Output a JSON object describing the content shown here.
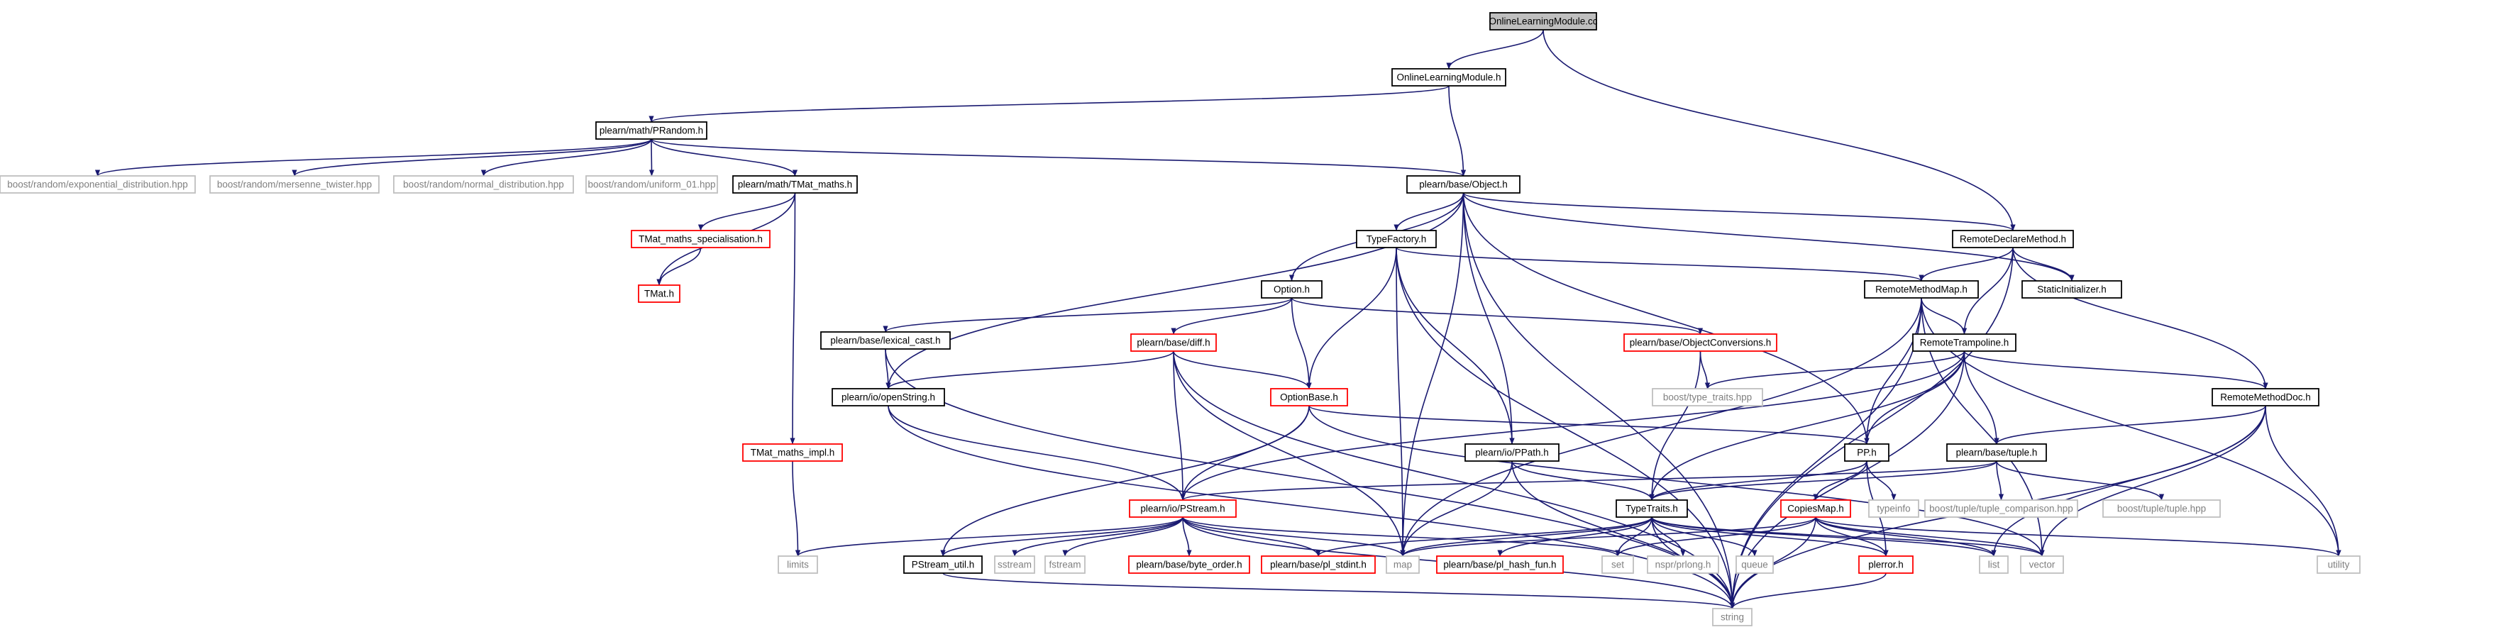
{
  "diagram": {
    "kind": "include-dependency-graph",
    "colors": {
      "edge": "#191970",
      "root_fill": "#bfbfbf",
      "normal_border": "#000000",
      "truncated_border": "#ff0000",
      "system_border": "#bfbfbf",
      "system_text": "#808080"
    },
    "nodes": [
      {
        "id": "root",
        "label": "OnlineLearningModule.cc",
        "style": "root"
      },
      {
        "id": "olm_h",
        "label": "OnlineLearningModule.h",
        "style": "normal"
      },
      {
        "id": "prandom",
        "label": "plearn/math/PRandom.h",
        "style": "normal"
      },
      {
        "id": "exp_dist",
        "label": "boost/random/exponential_distribution.hpp",
        "style": "system"
      },
      {
        "id": "mersenne",
        "label": "boost/random/mersenne_twister.hpp",
        "style": "system"
      },
      {
        "id": "normal_dist",
        "label": "boost/random/normal_distribution.hpp",
        "style": "system"
      },
      {
        "id": "uniform01",
        "label": "boost/random/uniform_01.hpp",
        "style": "system"
      },
      {
        "id": "tmat_maths",
        "label": "plearn/math/TMat_maths.h",
        "style": "normal"
      },
      {
        "id": "object",
        "label": "plearn/base/Object.h",
        "style": "normal"
      },
      {
        "id": "tmat_spec",
        "label": "TMat_maths_specialisation.h",
        "style": "truncated"
      },
      {
        "id": "tmat",
        "label": "TMat.h",
        "style": "truncated"
      },
      {
        "id": "typefactory",
        "label": "TypeFactory.h",
        "style": "normal"
      },
      {
        "id": "rdm",
        "label": "RemoteDeclareMethod.h",
        "style": "normal"
      },
      {
        "id": "staticinit",
        "label": "StaticInitializer.h",
        "style": "normal"
      },
      {
        "id": "option",
        "label": "Option.h",
        "style": "normal"
      },
      {
        "id": "rmm",
        "label": "RemoteMethodMap.h",
        "style": "normal"
      },
      {
        "id": "lexcast",
        "label": "plearn/base/lexical_cast.h",
        "style": "normal"
      },
      {
        "id": "diff",
        "label": "plearn/base/diff.h",
        "style": "truncated"
      },
      {
        "id": "objconv",
        "label": "plearn/base/ObjectConversions.h",
        "style": "truncated"
      },
      {
        "id": "rtramp",
        "label": "RemoteTrampoline.h",
        "style": "normal"
      },
      {
        "id": "openstring",
        "label": "plearn/io/openString.h",
        "style": "normal"
      },
      {
        "id": "optionbase",
        "label": "OptionBase.h",
        "style": "truncated"
      },
      {
        "id": "typetraits_hpp",
        "label": "boost/type_traits.hpp",
        "style": "system"
      },
      {
        "id": "rmdoc",
        "label": "RemoteMethodDoc.h",
        "style": "normal"
      },
      {
        "id": "tmat_impl",
        "label": "TMat_maths_impl.h",
        "style": "truncated"
      },
      {
        "id": "ppath",
        "label": "plearn/io/PPath.h",
        "style": "normal"
      },
      {
        "id": "pp",
        "label": "PP.h",
        "style": "normal"
      },
      {
        "id": "tuple",
        "label": "plearn/base/tuple.h",
        "style": "normal"
      },
      {
        "id": "pstream",
        "label": "plearn/io/PStream.h",
        "style": "truncated"
      },
      {
        "id": "typetraits",
        "label": "TypeTraits.h",
        "style": "normal"
      },
      {
        "id": "typeinfo",
        "label": "typeinfo",
        "style": "system"
      },
      {
        "id": "tuple_cmp",
        "label": "boost/tuple/tuple_comparison.hpp",
        "style": "system"
      },
      {
        "id": "tuple_hpp",
        "label": "boost/tuple/tuple.hpp",
        "style": "system"
      },
      {
        "id": "copiesmap",
        "label": "CopiesMap.h",
        "style": "truncated"
      },
      {
        "id": "limits",
        "label": "limits",
        "style": "system"
      },
      {
        "id": "pstream_util",
        "label": "PStream_util.h",
        "style": "normal"
      },
      {
        "id": "sstream",
        "label": "sstream",
        "style": "system"
      },
      {
        "id": "fstream",
        "label": "fstream",
        "style": "system"
      },
      {
        "id": "byte_order",
        "label": "plearn/base/byte_order.h",
        "style": "truncated"
      },
      {
        "id": "pl_stdint",
        "label": "plearn/base/pl_stdint.h",
        "style": "truncated"
      },
      {
        "id": "map",
        "label": "map",
        "style": "system"
      },
      {
        "id": "pl_hash_fun",
        "label": "plearn/base/pl_hash_fun.h",
        "style": "truncated"
      },
      {
        "id": "set",
        "label": "set",
        "style": "system"
      },
      {
        "id": "nspr",
        "label": "nspr/prlong.h",
        "style": "system"
      },
      {
        "id": "queue",
        "label": "queue",
        "style": "system"
      },
      {
        "id": "plerror",
        "label": "plerror.h",
        "style": "truncated"
      },
      {
        "id": "list",
        "label": "list",
        "style": "system"
      },
      {
        "id": "vector",
        "label": "vector",
        "style": "system"
      },
      {
        "id": "utility",
        "label": "utility",
        "style": "system"
      },
      {
        "id": "string",
        "label": "string",
        "style": "system"
      }
    ],
    "edges": [
      [
        "root",
        "olm_h"
      ],
      [
        "root",
        "rdm"
      ],
      [
        "olm_h",
        "prandom"
      ],
      [
        "olm_h",
        "object"
      ],
      [
        "prandom",
        "exp_dist"
      ],
      [
        "prandom",
        "mersenne"
      ],
      [
        "prandom",
        "normal_dist"
      ],
      [
        "prandom",
        "uniform01"
      ],
      [
        "prandom",
        "tmat_maths"
      ],
      [
        "prandom",
        "object"
      ],
      [
        "tmat_maths",
        "tmat_spec"
      ],
      [
        "tmat_maths",
        "tmat"
      ],
      [
        "tmat_maths",
        "tmat_impl"
      ],
      [
        "tmat_spec",
        "tmat"
      ],
      [
        "tmat_impl",
        "limits"
      ],
      [
        "object",
        "typefactory"
      ],
      [
        "object",
        "rdm"
      ],
      [
        "object",
        "staticinit"
      ],
      [
        "object",
        "option"
      ],
      [
        "object",
        "openstring"
      ],
      [
        "object",
        "ppath"
      ],
      [
        "object",
        "pp"
      ],
      [
        "object",
        "map"
      ],
      [
        "object",
        "string"
      ],
      [
        "rdm",
        "staticinit"
      ],
      [
        "rdm",
        "rmm"
      ],
      [
        "rdm",
        "rtramp"
      ],
      [
        "rdm",
        "rmdoc"
      ],
      [
        "rdm",
        "string"
      ],
      [
        "typefactory",
        "rmm"
      ],
      [
        "typefactory",
        "optionbase"
      ],
      [
        "typefactory",
        "ppath"
      ],
      [
        "typefactory",
        "map"
      ],
      [
        "typefactory",
        "string"
      ],
      [
        "option",
        "lexcast"
      ],
      [
        "option",
        "diff"
      ],
      [
        "option",
        "objconv"
      ],
      [
        "option",
        "optionbase"
      ],
      [
        "rmm",
        "rtramp"
      ],
      [
        "rmm",
        "pp"
      ],
      [
        "rmm",
        "map"
      ],
      [
        "rmm",
        "string"
      ],
      [
        "rmm",
        "vector"
      ],
      [
        "rmm",
        "utility"
      ],
      [
        "lexcast",
        "openstring"
      ],
      [
        "lexcast",
        "string"
      ],
      [
        "diff",
        "openstring"
      ],
      [
        "diff",
        "optionbase"
      ],
      [
        "diff",
        "pstream"
      ],
      [
        "diff",
        "map"
      ],
      [
        "diff",
        "string"
      ],
      [
        "objconv",
        "typetraits_hpp"
      ],
      [
        "objconv",
        "typetraits"
      ],
      [
        "rtramp",
        "typetraits_hpp"
      ],
      [
        "rtramp",
        "rmdoc"
      ],
      [
        "rtramp",
        "pp"
      ],
      [
        "rtramp",
        "tuple"
      ],
      [
        "rtramp",
        "typetraits"
      ],
      [
        "rtramp",
        "pstream"
      ],
      [
        "rtramp",
        "string"
      ],
      [
        "openstring",
        "pstream"
      ],
      [
        "openstring",
        "string"
      ],
      [
        "optionbase",
        "pp"
      ],
      [
        "optionbase",
        "pstream"
      ],
      [
        "optionbase",
        "pstream_util"
      ],
      [
        "optionbase",
        "vector"
      ],
      [
        "rmdoc",
        "tuple"
      ],
      [
        "rmdoc",
        "list"
      ],
      [
        "rmdoc",
        "vector"
      ],
      [
        "rmdoc",
        "utility"
      ],
      [
        "rmdoc",
        "string"
      ],
      [
        "ppath",
        "typetraits"
      ],
      [
        "ppath",
        "map"
      ],
      [
        "ppath",
        "string"
      ],
      [
        "pp",
        "typeinfo"
      ],
      [
        "pp",
        "typetraits"
      ],
      [
        "pp",
        "copiesmap"
      ],
      [
        "pp",
        "plerror"
      ],
      [
        "tuple",
        "tuple_cmp"
      ],
      [
        "tuple",
        "tuple_hpp"
      ],
      [
        "tuple",
        "typetraits"
      ],
      [
        "tuple",
        "pstream"
      ],
      [
        "pstream",
        "limits"
      ],
      [
        "pstream",
        "pstream_util"
      ],
      [
        "pstream",
        "sstream"
      ],
      [
        "pstream",
        "fstream"
      ],
      [
        "pstream",
        "byte_order"
      ],
      [
        "pstream",
        "pl_stdint"
      ],
      [
        "pstream",
        "map"
      ],
      [
        "pstream",
        "set"
      ],
      [
        "pstream",
        "string"
      ],
      [
        "typetraits",
        "set"
      ],
      [
        "typetraits",
        "nspr"
      ],
      [
        "typetraits",
        "queue"
      ],
      [
        "typetraits",
        "list"
      ],
      [
        "typetraits",
        "vector"
      ],
      [
        "typetraits",
        "map"
      ],
      [
        "typetraits",
        "pl_hash_fun"
      ],
      [
        "typetraits",
        "pl_stdint"
      ],
      [
        "typetraits",
        "plerror"
      ],
      [
        "typetraits",
        "string"
      ],
      [
        "copiesmap",
        "map"
      ],
      [
        "copiesmap",
        "set"
      ],
      [
        "copiesmap",
        "list"
      ],
      [
        "copiesmap",
        "vector"
      ],
      [
        "copiesmap",
        "plerror"
      ],
      [
        "copiesmap",
        "utility"
      ],
      [
        "copiesmap",
        "string"
      ],
      [
        "pstream_util",
        "string"
      ],
      [
        "plerror",
        "string"
      ]
    ]
  }
}
